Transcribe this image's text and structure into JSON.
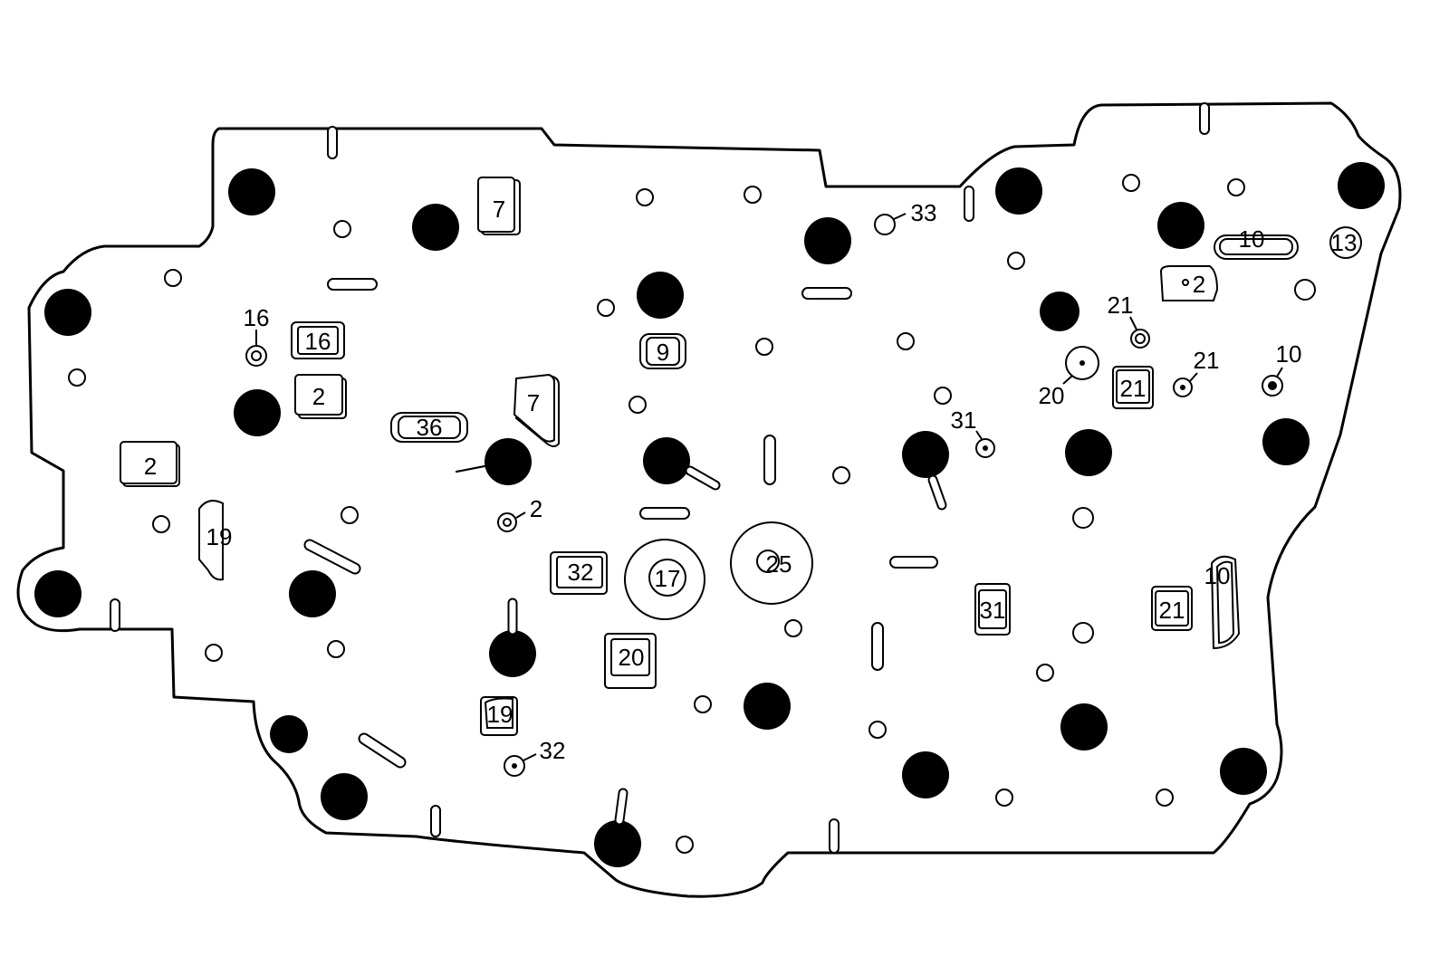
{
  "labels": {
    "b7a": "7",
    "b16": "16",
    "b2a": "2",
    "b36": "36",
    "b2b": "2",
    "b19a": "19",
    "b9": "9",
    "b7b": "7",
    "b32": "32",
    "b17": "17",
    "b25": "25",
    "b20": "20",
    "b19b": "19",
    "b31": "31",
    "b21a": "21",
    "b21b": "21",
    "b10a": "10",
    "b2c": "2",
    "b13": "13",
    "c16": "16",
    "c2": "2",
    "c32": "32",
    "c33": "33",
    "c31": "31",
    "c21a": "21",
    "c21b": "21",
    "c20": "20",
    "c10a": "10",
    "c10b": "10"
  }
}
